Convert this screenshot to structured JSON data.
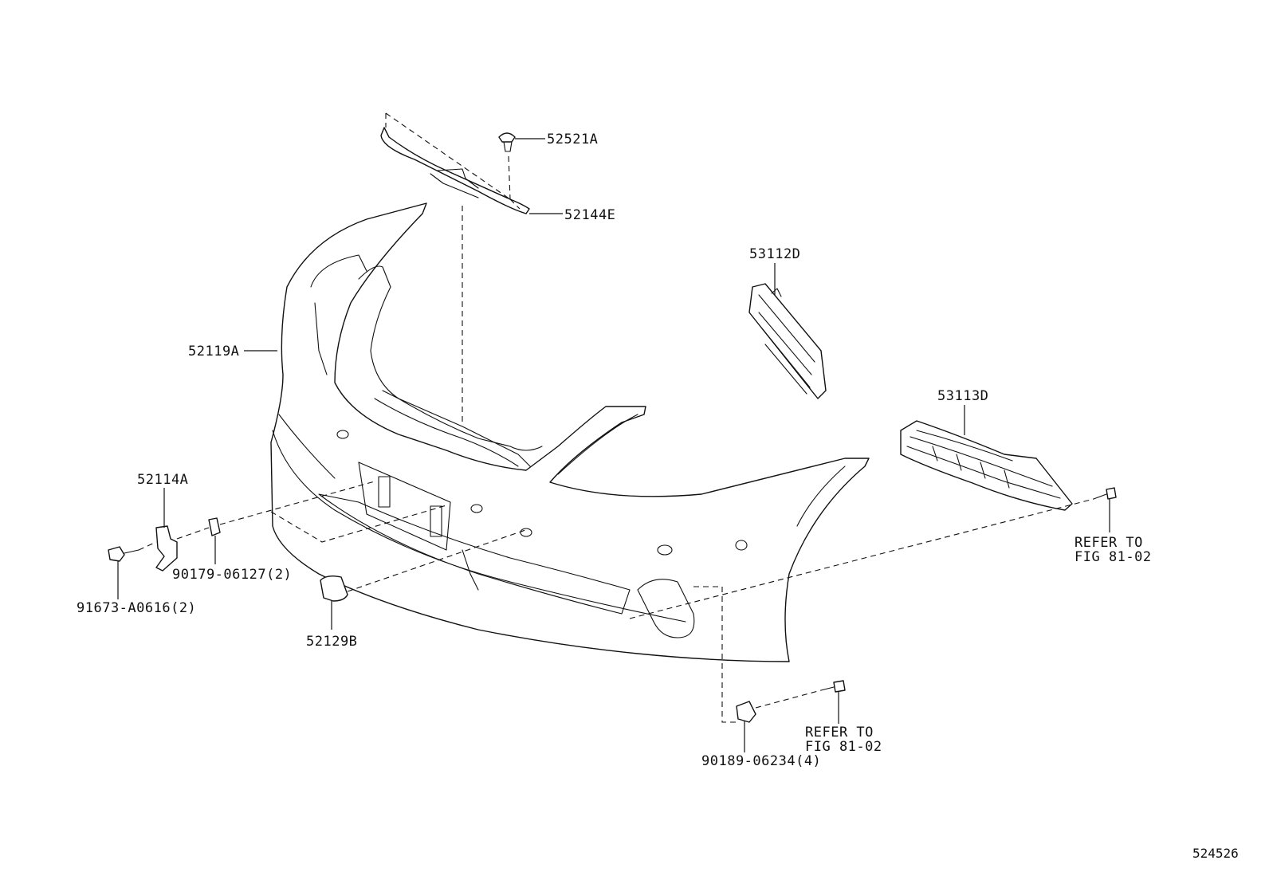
{
  "labels": {
    "p52521a": "52521A",
    "p52144e": "52144E",
    "p53112d": "53112D",
    "p52119a": "52119A",
    "p53113d": "53113D",
    "p52114a": "52114A",
    "p90179": "90179-06127(2)",
    "p91673": "91673-A0616(2)",
    "p52129b": "52129B",
    "p90189": "90189-06234(4)"
  },
  "refer_right": {
    "line1": "REFER TO",
    "line2": "FIG 81-02"
  },
  "refer_bottom": {
    "line1": "REFER TO",
    "line2": "FIG 81-02"
  },
  "figure_id": "524526"
}
